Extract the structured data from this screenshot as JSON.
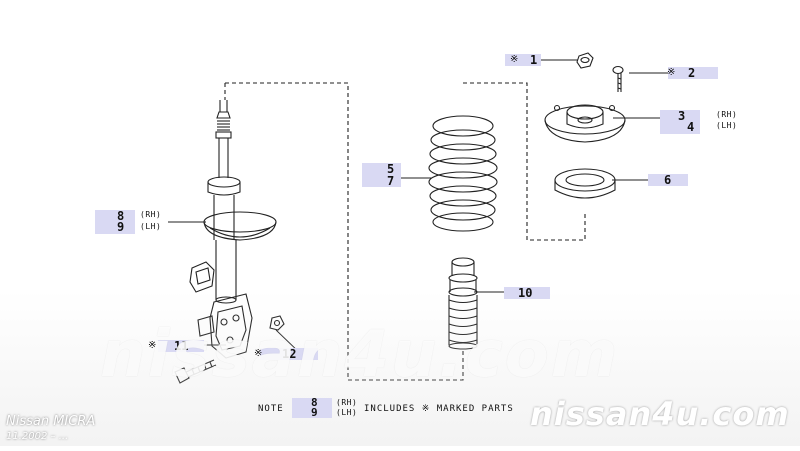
{
  "callouts": {
    "c1": {
      "num": "1",
      "mark": "※"
    },
    "c2": {
      "num": "2",
      "mark": "※"
    },
    "c3": {
      "num": "3",
      "side": "(RH)"
    },
    "c4": {
      "num": "4",
      "side": "(LH)"
    },
    "c5": {
      "num": "5"
    },
    "c6": {
      "num": "6"
    },
    "c7": {
      "num": "7"
    },
    "c8": {
      "num": "8",
      "side": "(RH)"
    },
    "c9": {
      "num": "9",
      "side": "(LH)"
    },
    "c10": {
      "num": "10"
    },
    "c11": {
      "num": "11",
      "mark": "※"
    },
    "c12": {
      "num": "12",
      "mark": "※"
    }
  },
  "note": {
    "prefix": "NOTE",
    "num_rh": "8",
    "num_lh": "9",
    "side_rh": "(RH)",
    "side_lh": "(LH)",
    "text": "INCLUDES ※ MARKED PARTS"
  },
  "watermark": {
    "large": "nissan4u.com",
    "small": "nissan4u.com"
  },
  "caption": {
    "model": "Nissan MICRA",
    "date": "11.2002 – ..."
  }
}
